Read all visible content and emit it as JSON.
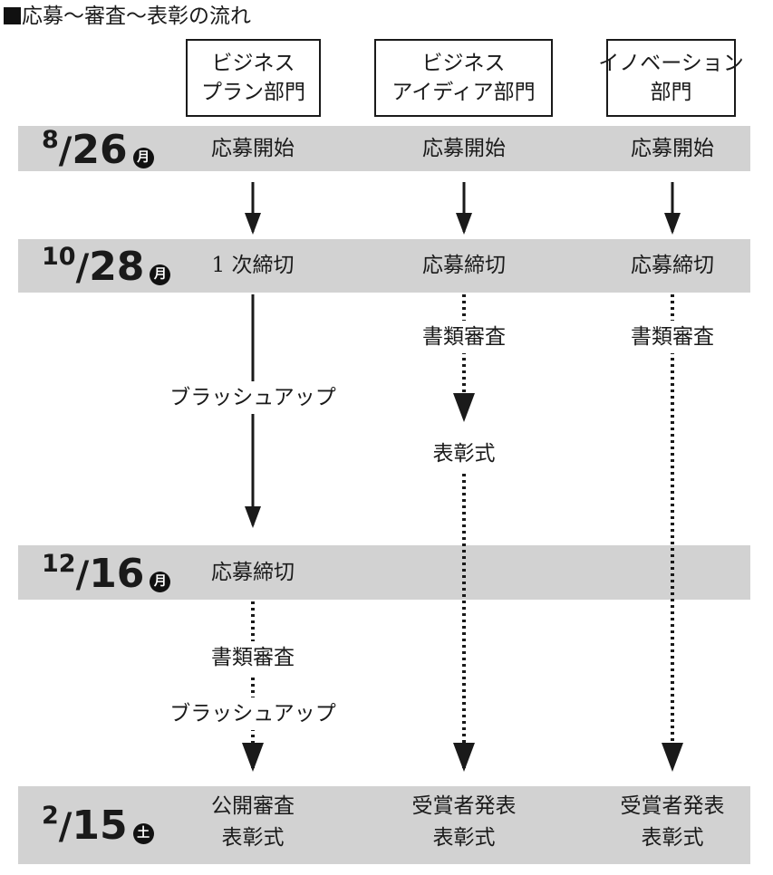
{
  "title": "応募〜審査〜表彰の流れ",
  "columns": [
    {
      "line1": "ビジネス",
      "line2": "プラン部門"
    },
    {
      "line1": "ビジネス",
      "line2": "アイディア部門"
    },
    {
      "line1": "イノベーション",
      "line2": "部門"
    }
  ],
  "rows": [
    {
      "month": "8",
      "day": "26",
      "weekday": "月"
    },
    {
      "month": "10",
      "day": "28",
      "weekday": "月"
    },
    {
      "month": "12",
      "day": "16",
      "weekday": "月"
    },
    {
      "month": "2",
      "day": "15",
      "weekday": "土"
    }
  ],
  "cells": {
    "r1c1": "応募開始",
    "r1c2": "応募開始",
    "r1c3": "応募開始",
    "r2c1": "1 次締切",
    "r2c2": "応募締切",
    "r2c3": "応募締切",
    "r3c1": "応募締切",
    "r4c1a": "公開審査",
    "r4c1b": "表彰式",
    "r4c2a": "受賞者発表",
    "r4c2b": "表彰式",
    "r4c3a": "受賞者発表",
    "r4c3b": "表彰式"
  },
  "steps": {
    "c1_brushup": "ブラッシュアップ",
    "c1_review": "書類審査",
    "c1_brushup2": "ブラッシュアップ",
    "c2_review": "書類審査",
    "c2_ceremony": "表彰式",
    "c3_review": "書類審査"
  },
  "colors": {
    "band": "#d2d2d2",
    "ink": "#1a1a1a"
  }
}
